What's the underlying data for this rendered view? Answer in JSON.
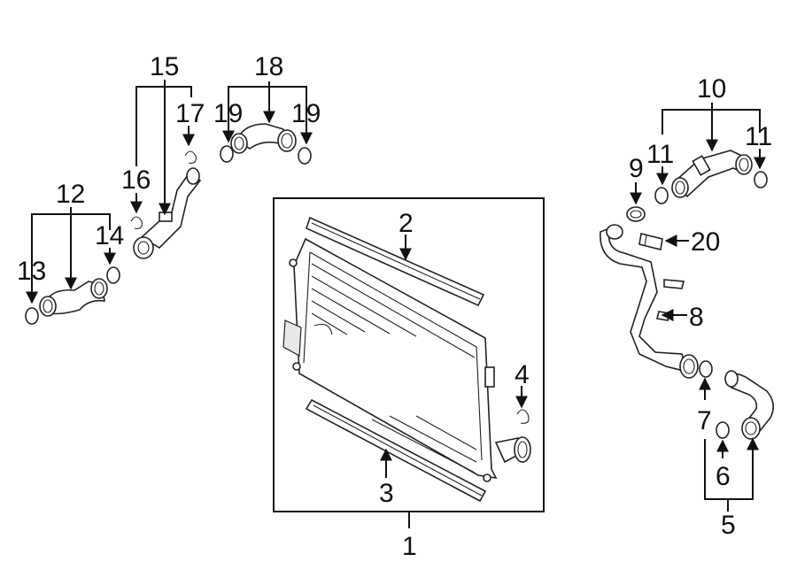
{
  "callouts": {
    "c1": "1",
    "c2": "2",
    "c3": "3",
    "c4": "4",
    "c5": "5",
    "c6": "6",
    "c7": "7",
    "c8": "8",
    "c9": "9",
    "c10": "10",
    "c11a": "11",
    "c11b": "11",
    "c12": "12",
    "c13": "13",
    "c14": "14",
    "c15": "15",
    "c16": "16",
    "c17": "17",
    "c18": "18",
    "c19a": "19",
    "c19b": "19",
    "c20": "20"
  },
  "colors": {
    "line": "#111111",
    "part_fill": "#ffffff",
    "shade": "#e8e8e8"
  }
}
